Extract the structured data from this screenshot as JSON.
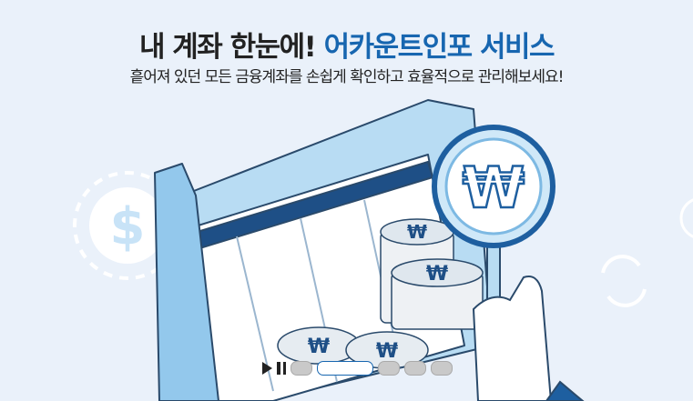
{
  "banner": {
    "title_main": "내 계좌 한눈에! ",
    "title_accent": "어카운트인포 서비스",
    "subtitle": "흩어져 있던 모든 금융계좌를 손쉽게 확인하고 효율적으로 관리해보세요!",
    "accent_color": "#1766b0"
  },
  "illustration": {
    "icons": [
      "dollar-coin-icon",
      "won-coin-stack-icon",
      "magnifier-won-icon",
      "refresh-icon",
      "folder-icon",
      "hand-icon"
    ]
  },
  "carousel": {
    "slide_count": 5,
    "active_index": 1,
    "play_label": "play",
    "pause_label": "pause"
  }
}
